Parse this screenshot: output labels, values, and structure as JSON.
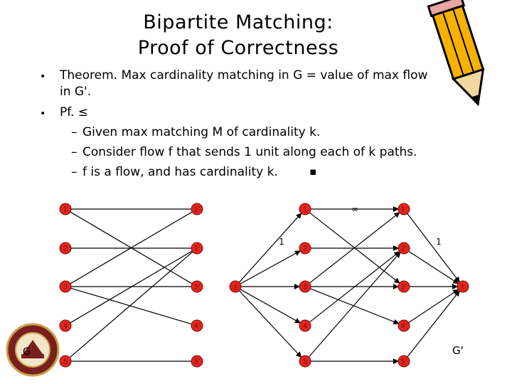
{
  "title": {
    "line1": "Bipartite Matching:",
    "line2": "Proof of Correctness"
  },
  "bullets": [
    {
      "line1": "Theorem.  Max cardinality matching in G = value of max flow",
      "line2": "in G'."
    },
    {
      "line1": "Pf.  ≤"
    }
  ],
  "subbullets": [
    "Given max matching M of cardinality k.",
    "Consider flow f that sends 1 unit along each of k paths.",
    "f is a flow, and has cardinality k."
  ],
  "qed": "▪",
  "graph_left": {
    "label": "G",
    "left_nodes": [
      "1",
      "2",
      "3",
      "4",
      "5"
    ],
    "right_nodes": [
      "1'",
      "2'",
      "3'",
      "4'",
      "5'"
    ]
  },
  "graph_right": {
    "label": "G'",
    "source": "s",
    "sink": "t",
    "edge_labels": {
      "infinity": "∞",
      "source_capacity": "1",
      "sink_capacity": "1"
    }
  },
  "colors": {
    "node_fill": "#e8231a",
    "node_stroke": "#7a1010",
    "edge": "#000000",
    "pencil": "#f7b200"
  }
}
